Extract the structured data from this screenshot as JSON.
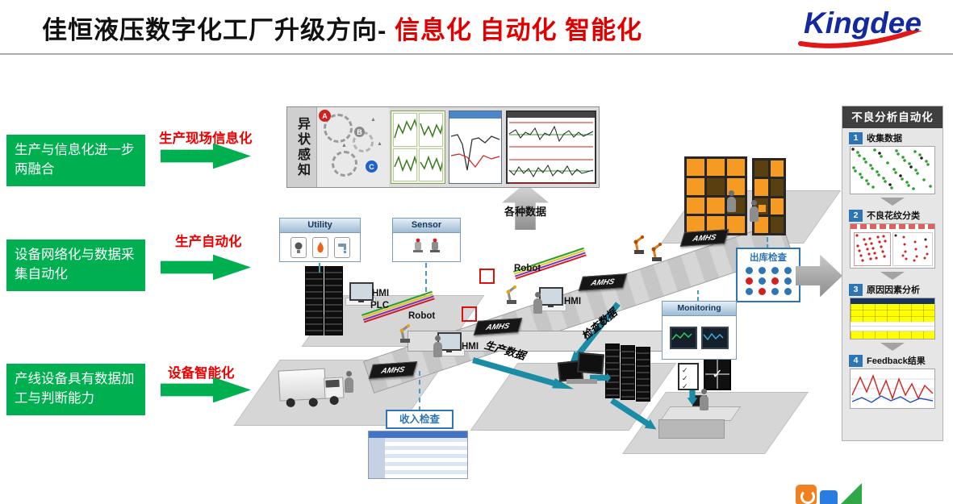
{
  "header": {
    "title_black": "佳恒液压数字化工厂升级方向-",
    "title_red": " 信息化 自动化 智能化",
    "logo_text": "Kingdee"
  },
  "left_panel": {
    "items": [
      {
        "box_label": "生产与信息化进一步两融合",
        "arrow_label": "生产现场信息化"
      },
      {
        "box_label": "设备网络化与数据采集自动化",
        "arrow_label": "生产自动化"
      },
      {
        "box_label": "产线设备具有数据加工与判断能力",
        "arrow_label": "设备智能化"
      }
    ]
  },
  "diagram": {
    "sensing": {
      "title": "异状感知",
      "node_a": "A",
      "node_b": "B",
      "node_c": "C"
    },
    "various_data": "各种数据",
    "utility_title": "Utility",
    "sensor_title": "Sensor",
    "robot1": "Robot",
    "robot2": "Robot",
    "hmi1": "HMI",
    "plc": "PLC",
    "hmi2": "HMI",
    "hmi3": "HMI",
    "amhs_labels": [
      "AMHS",
      "AMHS",
      "AMHS",
      "AMHS"
    ],
    "outbound": {
      "title": "出库检查",
      "dot_rows": [
        [
          "blue",
          "blue",
          "blue",
          "blue"
        ],
        [
          "red",
          "blue",
          "red",
          "blue"
        ],
        [
          "blue",
          "red",
          "blue",
          "blue"
        ]
      ]
    },
    "monitoring_title": "Monitoring",
    "incoming_title": "收入检查",
    "flow": {
      "production": "生产数据",
      "check": "检查数据"
    }
  },
  "right_panel": {
    "title": "不良分析自动化",
    "steps": [
      {
        "num": "1",
        "label": "收集数据"
      },
      {
        "num": "2",
        "label": "不良花纹分类"
      },
      {
        "num": "3",
        "label": "原因因素分析"
      },
      {
        "num": "4",
        "label": "Feedback结果"
      }
    ]
  },
  "icons": {
    "check_glyph": "✓",
    "triangle_glyph": "▲"
  },
  "colors": {
    "green": "#00b050",
    "red": "#e00000",
    "teal": "#1b8ca6",
    "step_blue": "#2e75b6",
    "kingdee_blue": "#1428a0",
    "shelf_orange": "#f59a23"
  }
}
